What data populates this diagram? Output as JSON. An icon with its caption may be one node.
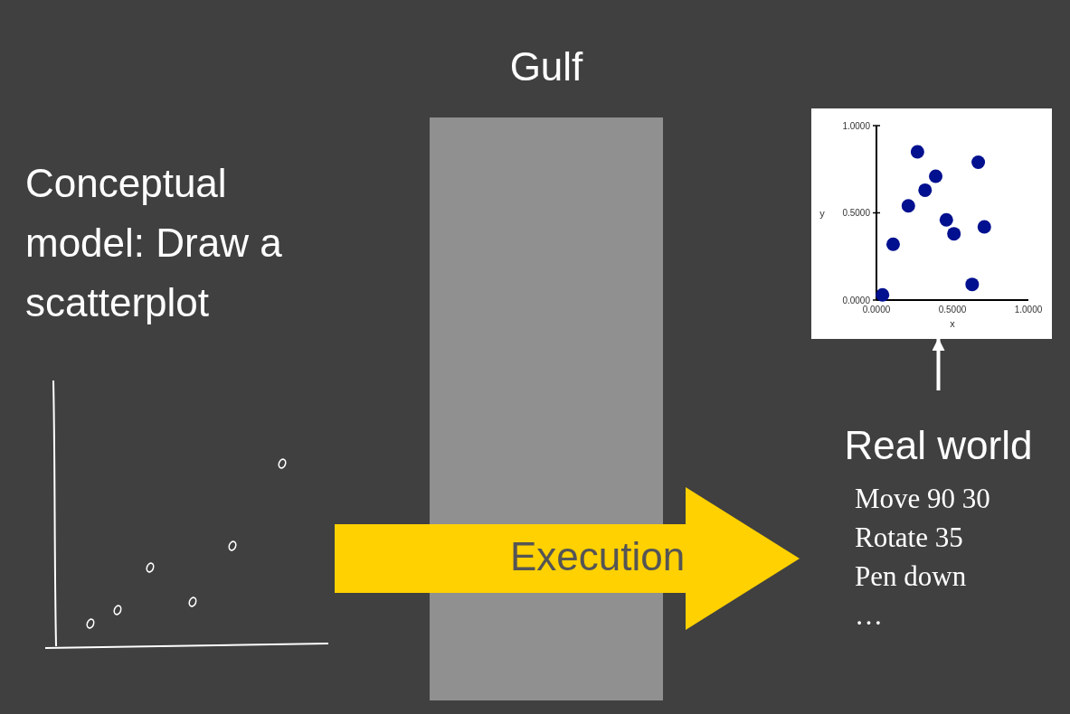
{
  "diagram": {
    "nodes": [
      {
        "text": [
          "Conceptual model: Draw a scatterplot"
        ]
      },
      {
        "text": [],
        "shape": "picture"
      },
      {
        "text": [],
        "shape": "picture"
      },
      {
        "text": [
          "Real world"
        ]
      },
      {
        "text": [
          "Move 90 30",
          "Rotate 35",
          "Pen down",
          "…"
        ]
      }
    ],
    "edges": [
      {
        "from": 3,
        "to": 2,
        "arrow": "to"
      },
      {
        "from": 1,
        "to": 4,
        "arrow": "to",
        "label": "Execution",
        "style": "thick",
        "color": "#ffd100"
      }
    ],
    "labels": [
      "Gulf"
    ],
    "chart_data": {
      "type": "scatter",
      "xlabel": "x",
      "ylabel": "y",
      "xlim": [
        0,
        1
      ],
      "ylim": [
        0,
        1
      ],
      "xticks": [
        {
          "value": 0,
          "label": "0.0000"
        },
        {
          "value": 0.5,
          "label": "0.5000"
        },
        {
          "value": 1,
          "label": "1.0000"
        }
      ],
      "yticks": [
        {
          "value": 0,
          "label": "0.0000"
        },
        {
          "value": 0.5,
          "label": "0.5000"
        },
        {
          "value": 1,
          "label": "1.0000"
        }
      ],
      "x": [
        0.04,
        0.11,
        0.21,
        0.27,
        0.32,
        0.39,
        0.46,
        0.51,
        0.63,
        0.67,
        0.71
      ],
      "series": [
        {
          "color": "#00108f",
          "values": [
            0.03,
            0.32,
            0.54,
            0.85,
            0.63,
            0.71,
            0.46,
            0.38,
            0.09,
            0.79,
            0.42
          ]
        }
      ]
    }
  }
}
